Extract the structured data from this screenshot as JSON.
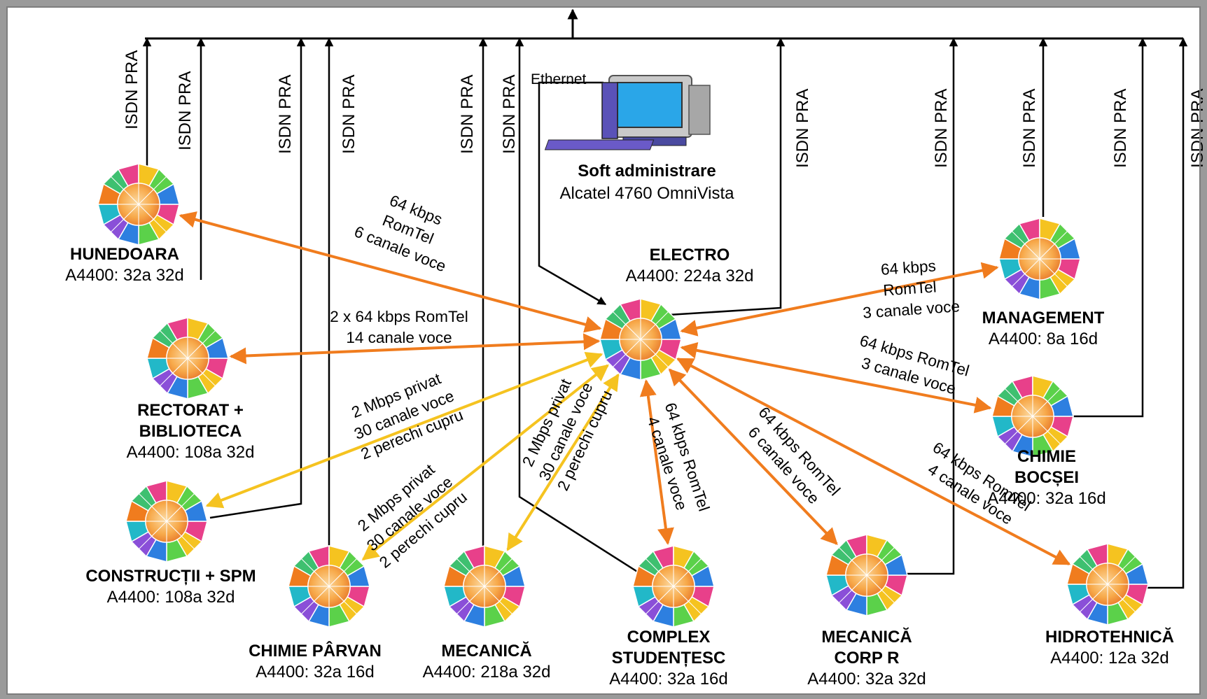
{
  "colors": {
    "frame": "#9a9a9a",
    "background": "#ffffff",
    "orange_link": "#f07c1e",
    "yellow_link": "#f5c320",
    "bus_line": "#000000"
  },
  "uplink_label": "ISDN PRA",
  "workstation": {
    "icon": "computer-icon",
    "ethernet": "Ethernet",
    "title": "Soft administrare",
    "subtitle": "Alcatel 4760 OmniVista"
  },
  "nodes": [
    {
      "id": "electro",
      "icon": "pbx-sphere-icon",
      "name": [
        "ELECTRO"
      ],
      "model": "A4400: 224a 32d"
    },
    {
      "id": "hunedoara",
      "icon": "pbx-sphere-icon",
      "name": [
        "HUNEDOARA"
      ],
      "model": "A4400: 32a 32d"
    },
    {
      "id": "rectorat",
      "icon": "pbx-sphere-icon",
      "name": [
        "RECTORAT +",
        "BIBLIOTECA"
      ],
      "model": "A4400: 108a 32d"
    },
    {
      "id": "constructii",
      "icon": "pbx-sphere-icon",
      "name": [
        "CONSTRUCȚII + SPM"
      ],
      "model": "A4400: 108a 32d"
    },
    {
      "id": "chimie-parvan",
      "icon": "pbx-sphere-icon",
      "name": [
        "CHIMIE PÂRVAN"
      ],
      "model": "A4400: 32a 16d"
    },
    {
      "id": "mecanica",
      "icon": "pbx-sphere-icon",
      "name": [
        "MECANICĂ"
      ],
      "model": "A4400: 218a 32d"
    },
    {
      "id": "complex",
      "icon": "pbx-sphere-icon",
      "name": [
        "COMPLEX",
        "STUDENȚESC"
      ],
      "model": "A4400: 32a 16d"
    },
    {
      "id": "mecanica-corp-r",
      "icon": "pbx-sphere-icon",
      "name": [
        "MECANICĂ",
        "CORP R"
      ],
      "model": "A4400: 32a 32d"
    },
    {
      "id": "hidrotehnica",
      "icon": "pbx-sphere-icon",
      "name": [
        "HIDROTEHNICĂ"
      ],
      "model": "A4400: 12a 32d"
    },
    {
      "id": "chimie-bocsei",
      "icon": "pbx-sphere-icon",
      "name": [
        "CHIMIE",
        "BOCȘEI"
      ],
      "model": "A4400: 32a 16d"
    },
    {
      "id": "management",
      "icon": "pbx-sphere-icon",
      "name": [
        "MANAGEMENT"
      ],
      "model": "A4400: 8a 16d"
    }
  ],
  "links": [
    {
      "id": "hunedoara",
      "type": "orange",
      "text": [
        "64 kbps",
        "RomTel",
        "6 canale voce"
      ]
    },
    {
      "id": "rectorat",
      "type": "orange",
      "text": [
        "2 x 64 kbps RomTel",
        "14 canale voce"
      ]
    },
    {
      "id": "constructii",
      "type": "yellow",
      "text": [
        "2 Mbps privat",
        "30 canale voce",
        "2 perechi cupru"
      ]
    },
    {
      "id": "chimie-parvan",
      "type": "yellow",
      "text": [
        "2 Mbps privat",
        "30 canale voce",
        "2 perechi cupru"
      ]
    },
    {
      "id": "mecanica",
      "type": "yellow",
      "text": [
        "2 Mbps privat",
        "30 canale voce",
        "2 perechi cupru"
      ]
    },
    {
      "id": "complex",
      "type": "orange",
      "text": [
        "64 kbps RomTel",
        "4 canale voce"
      ]
    },
    {
      "id": "mecanica-corp-r",
      "type": "orange",
      "text": [
        "64 kbps RomTel",
        "6 canale voce"
      ]
    },
    {
      "id": "hidrotehnica",
      "type": "orange",
      "text": [
        "64 kbps RomTel",
        "4 canale voce"
      ]
    },
    {
      "id": "chimie-bocsei",
      "type": "orange",
      "text": [
        "64 kbps RomTel",
        "3 canale voce"
      ]
    },
    {
      "id": "management",
      "type": "orange",
      "text": [
        "64 kbps",
        "RomTel",
        "3 canale voce"
      ]
    }
  ]
}
